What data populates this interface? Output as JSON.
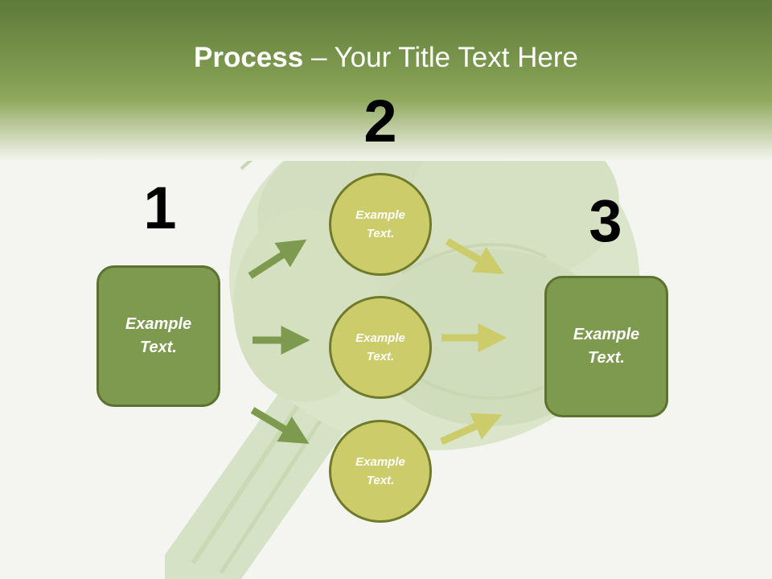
{
  "title": {
    "bold": "Process",
    "rest": " – Your Title Text Here"
  },
  "steps": {
    "one": "1",
    "two": "2",
    "three": "3"
  },
  "left_box": {
    "text": "Example Text."
  },
  "right_box": {
    "text": "Example Text."
  },
  "circles": [
    {
      "text": "Example Text."
    },
    {
      "text": "Example Text."
    },
    {
      "text": "Example Text."
    }
  ],
  "colors": {
    "header": "#7e9a4f",
    "box": "#7e9a4f",
    "circle": "#cdcc6a",
    "arrow_in": "#7e9a4f",
    "arrow_out": "#cdcc6a"
  }
}
